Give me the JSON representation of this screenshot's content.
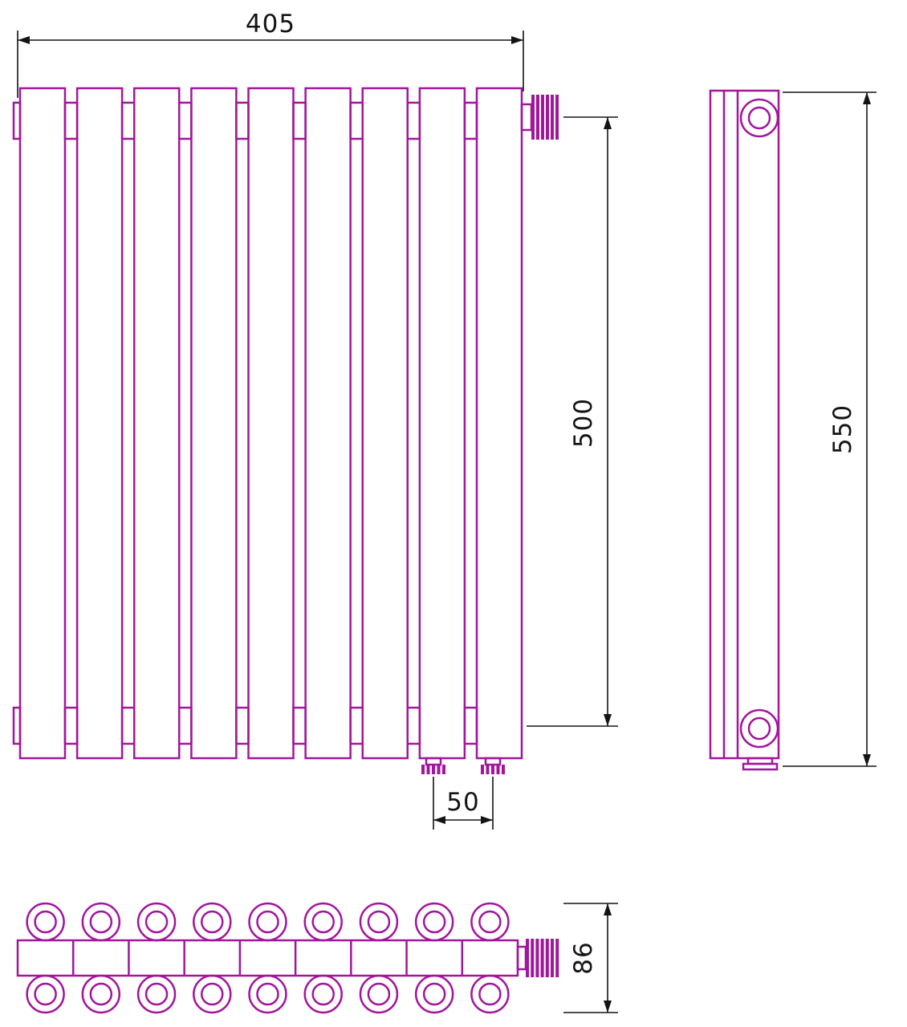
{
  "diagram": {
    "title": "radiator-technical-drawing",
    "line_color": "#a2169c",
    "dim_color": "#141414",
    "dimensions": {
      "front_width": "405",
      "front_height": "500",
      "bottom_connection_spacing": "50",
      "side_height": "550",
      "depth": "86"
    },
    "views": {
      "front_sections": 9,
      "bottom_sections": 9
    }
  }
}
